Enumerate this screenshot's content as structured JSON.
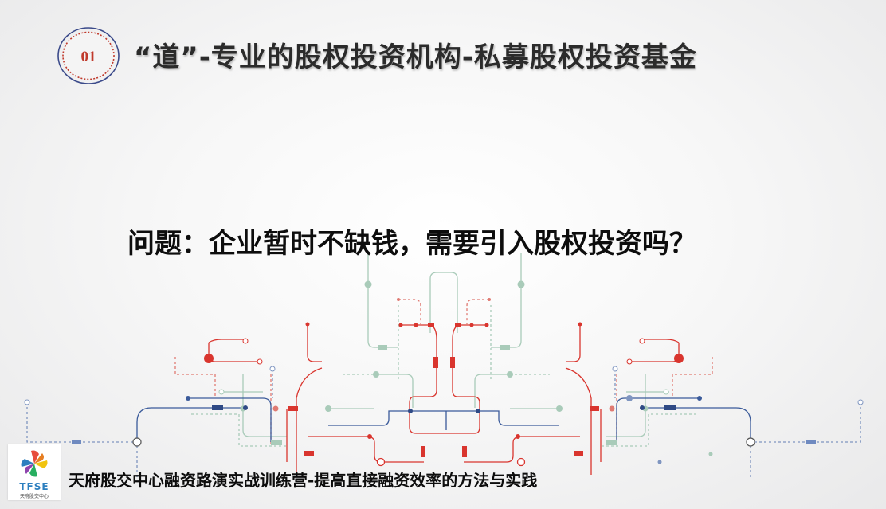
{
  "header": {
    "badge_number": "01",
    "title": "“道”-专业的股权投资机构-私募股权投资基金"
  },
  "main": {
    "question": "问题：企业暂时不缺钱，需要引入股权投资吗？"
  },
  "footer": {
    "logo_text": "TFSE",
    "logo_subtext": "天府股交中心",
    "caption": "天府股交中心融资路演实战训练营-提高直接融资效率的方法与实践"
  },
  "icons": {
    "badge": "numbered-circle-badge",
    "logo": "tfse-pinwheel-logo",
    "decoration": "circuit-board-graphic"
  },
  "colors": {
    "title": "#2b2b2b",
    "badge_red": "#c0392b",
    "badge_navy": "#3b4a8a",
    "circuit_red": "#d9352e",
    "circuit_blue": "#3a5a9a",
    "circuit_green": "#9fc4b0"
  }
}
